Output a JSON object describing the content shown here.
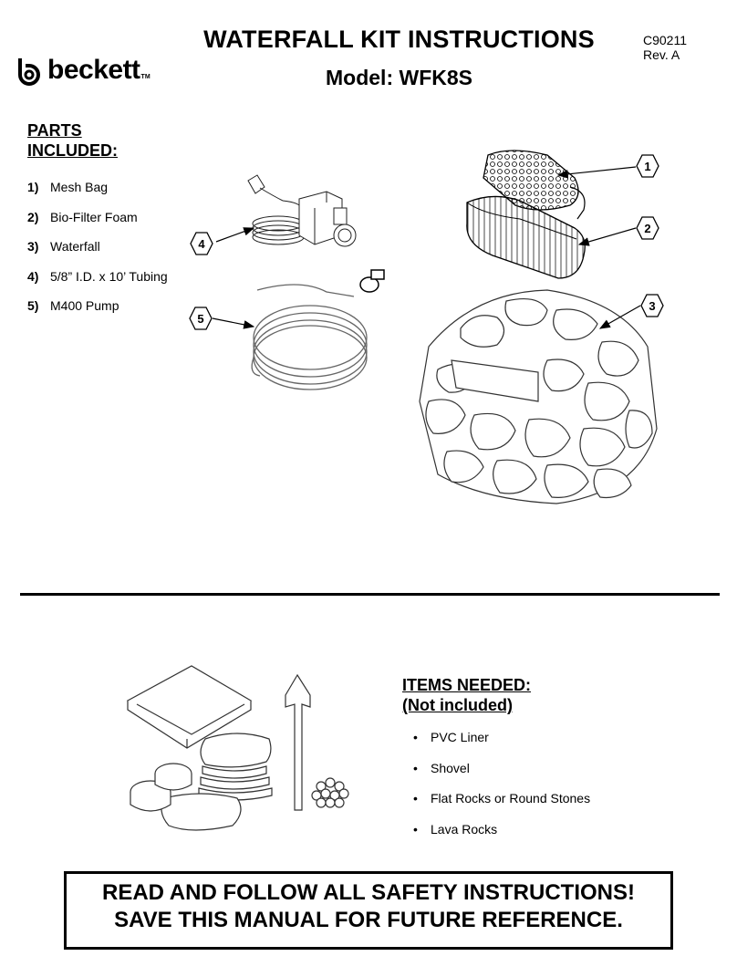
{
  "header": {
    "brand": "beckett",
    "brand_tm": "TM",
    "title": "WATERFALL KIT INSTRUCTIONS",
    "model": "Model: WFK8S",
    "doc_number": "C90211",
    "revision": "Rev. A"
  },
  "parts": {
    "heading_line1": "PARTS",
    "heading_line2": "INCLUDED:",
    "items": [
      {
        "num": "1)",
        "label": "Mesh Bag"
      },
      {
        "num": "2)",
        "label": "Bio-Filter Foam"
      },
      {
        "num": "3)",
        "label": "Waterfall"
      },
      {
        "num": "4)",
        "label": "5/8” I.D. x 10’ Tubing"
      },
      {
        "num": "5)",
        "label": "M400 Pump"
      }
    ],
    "callouts": [
      "1",
      "2",
      "3",
      "4",
      "5"
    ]
  },
  "items_needed": {
    "heading_line1": "ITEMS NEEDED:",
    "heading_line2": "(Not included)",
    "bullet": "•",
    "items": [
      "PVC Liner",
      "Shovel",
      "Flat Rocks or Round Stones",
      "Lava Rocks"
    ]
  },
  "safety": {
    "line1": "READ AND FOLLOW ALL SAFETY INSTRUCTIONS!",
    "line2": "SAVE THIS MANUAL FOR FUTURE REFERENCE."
  }
}
